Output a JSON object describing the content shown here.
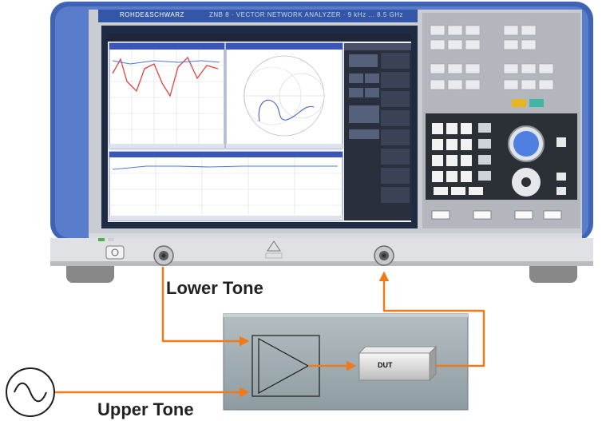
{
  "instrument": {
    "brand": "ROHDE&SCHWARZ",
    "model": "ZNB 8 · VECTOR NETWORK ANALYZER · 9 kHz ... 8.5 GHz"
  },
  "labels": {
    "lower_tone": "Lower Tone",
    "upper_tone": "Upper Tone",
    "dut": "DUT"
  },
  "colors": {
    "signal_wire": "#f07a1a",
    "instrument_frame": "#3f63b5",
    "mixer_box": "#9aa8ad"
  },
  "icons": {
    "source": "sine-wave-source-icon",
    "combiner": "amplifier-triangle-icon"
  }
}
